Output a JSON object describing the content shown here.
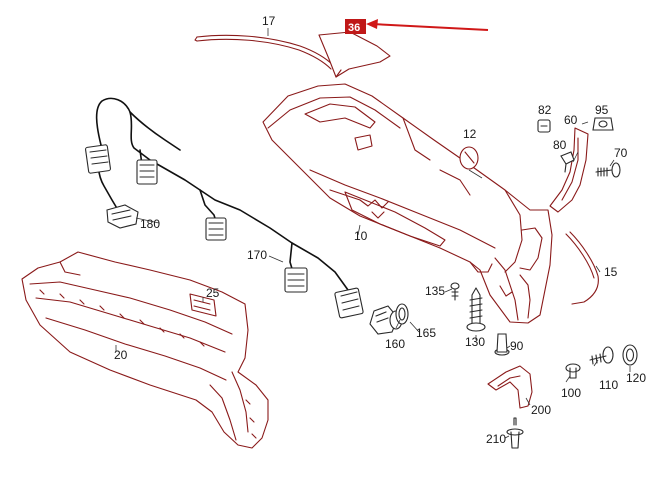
{
  "highlight": {
    "label": "36",
    "color": "#c01818"
  },
  "labels": {
    "p17": "17",
    "p36": "36",
    "p82": "82",
    "p95": "95",
    "p60": "60",
    "p12": "12",
    "p80": "80",
    "p70": "70",
    "p180": "180",
    "p10": "10",
    "p170": "170",
    "p25": "25",
    "p15": "15",
    "p135": "135",
    "p165": "165",
    "p160": "160",
    "p130": "130",
    "p90": "90",
    "p20": "20",
    "p100": "100",
    "p110": "110",
    "p120": "120",
    "p200": "200",
    "p210": "210"
  },
  "colors": {
    "part_line": "#8a1a1a",
    "hardware_line": "#2a2a2a",
    "arrow": "#d01818"
  }
}
